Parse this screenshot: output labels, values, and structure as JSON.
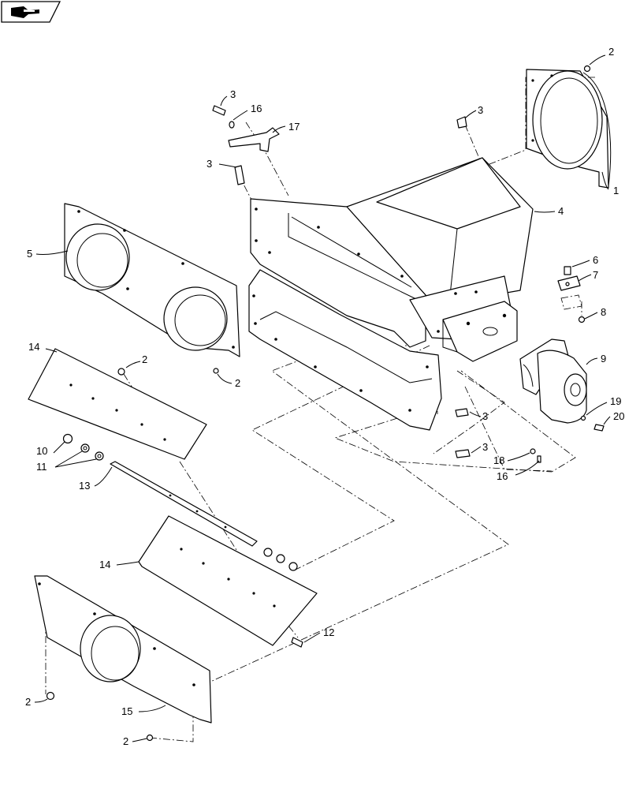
{
  "nav_icon": {
    "name": "book-page-icon"
  },
  "callouts": [
    {
      "id": "c-2-top",
      "label": "2"
    },
    {
      "id": "c-1",
      "label": "1"
    },
    {
      "id": "c-3-a",
      "label": "3"
    },
    {
      "id": "c-16-a",
      "label": "16"
    },
    {
      "id": "c-17",
      "label": "17"
    },
    {
      "id": "c-3-b",
      "label": "3"
    },
    {
      "id": "c-3-c",
      "label": "3"
    },
    {
      "id": "c-4",
      "label": "4"
    },
    {
      "id": "c-5",
      "label": "5"
    },
    {
      "id": "c-6",
      "label": "6"
    },
    {
      "id": "c-7",
      "label": "7"
    },
    {
      "id": "c-8",
      "label": "8"
    },
    {
      "id": "c-9",
      "label": "9"
    },
    {
      "id": "c-14-a",
      "label": "14"
    },
    {
      "id": "c-2-b",
      "label": "2"
    },
    {
      "id": "c-2-c",
      "label": "2"
    },
    {
      "id": "c-19",
      "label": "19"
    },
    {
      "id": "c-20",
      "label": "20"
    },
    {
      "id": "c-3-d",
      "label": "3"
    },
    {
      "id": "c-3-e",
      "label": "3"
    },
    {
      "id": "c-10",
      "label": "10"
    },
    {
      "id": "c-11",
      "label": "11"
    },
    {
      "id": "c-18",
      "label": "18"
    },
    {
      "id": "c-16-b",
      "label": "16"
    },
    {
      "id": "c-13",
      "label": "13"
    },
    {
      "id": "c-14-b",
      "label": "14"
    },
    {
      "id": "c-12",
      "label": "12"
    },
    {
      "id": "c-2-d",
      "label": "2"
    },
    {
      "id": "c-15",
      "label": "15"
    },
    {
      "id": "c-2-e",
      "label": "2"
    }
  ]
}
